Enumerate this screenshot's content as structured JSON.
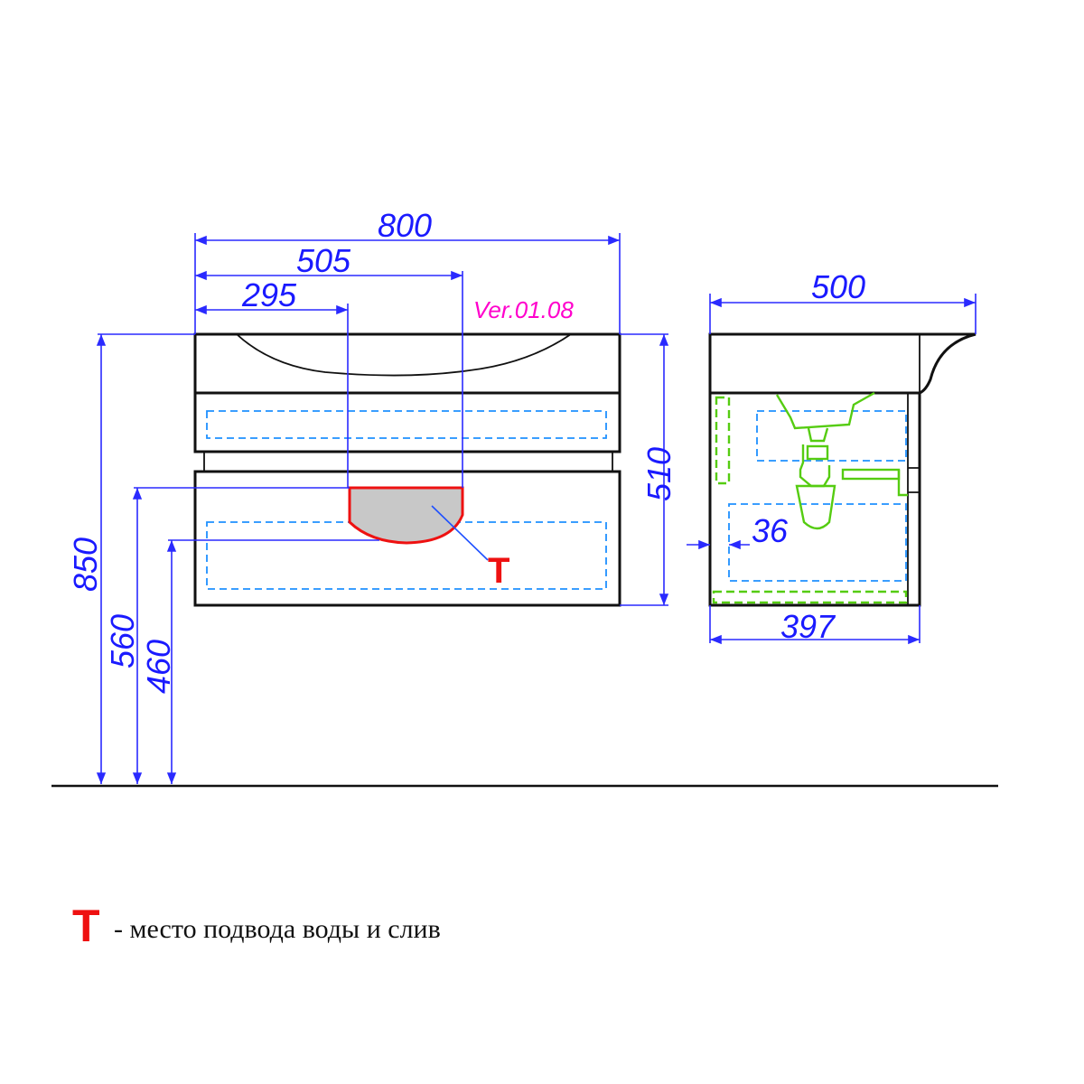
{
  "drawing": {
    "version_label": "Ver.01.08",
    "dimensions": {
      "total_width": "800",
      "bowl_right_offset": "505",
      "bowl_left_offset": "295",
      "side_depth": "500",
      "body_depth": "397",
      "wall_gap": "36",
      "cabinet_height": "510",
      "total_height": "850",
      "bowl_top_height": "560",
      "connection_height": "460"
    },
    "connection_marker": "T"
  },
  "legend": {
    "marker": "T",
    "description": "- место подвода воды и слив"
  },
  "colors": {
    "dimension": "#2a2aff",
    "marker": "#ee1111",
    "version": "#ff00cc",
    "hidden_lines": "#1e90ff",
    "plumbing": "#55cc11"
  }
}
